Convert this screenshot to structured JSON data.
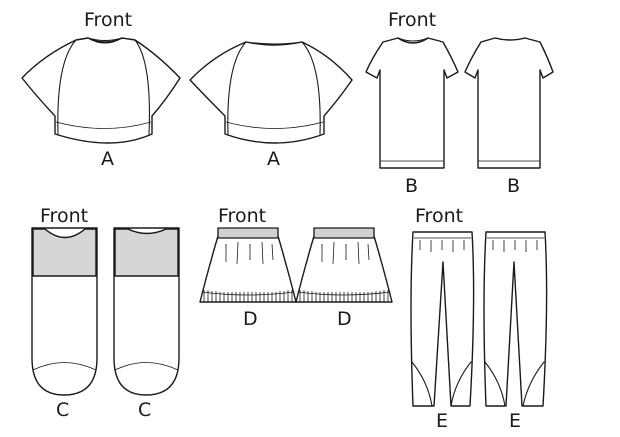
{
  "labels": {
    "front": "Front",
    "view_a": "A",
    "view_b": "B",
    "view_c": "C",
    "view_d": "D",
    "view_e": "E"
  }
}
